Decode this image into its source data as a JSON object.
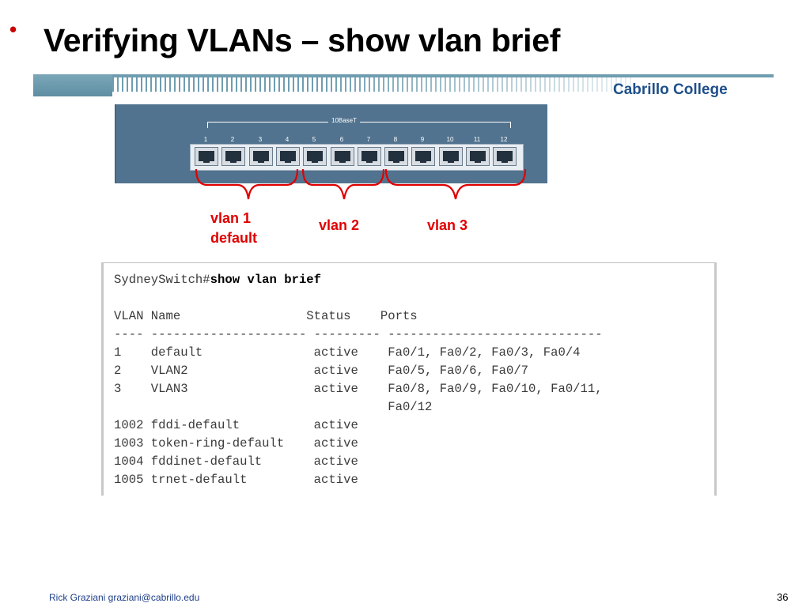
{
  "slide": {
    "bullet": "•",
    "title": "Verifying VLANs – show vlan brief",
    "brand": "Cabrillo College",
    "footer_author": "Rick Graziani  graziani@cabrillo.edu",
    "page_number": "36"
  },
  "switch_panel": {
    "label": "10BaseT",
    "ports": [
      "1",
      "2",
      "3",
      "4",
      "5",
      "6",
      "7",
      "8",
      "9",
      "10",
      "11",
      "12"
    ]
  },
  "vlan_groups": [
    {
      "line1": "vlan 1",
      "line2": "default"
    },
    {
      "line1": "vlan 2"
    },
    {
      "line1": "vlan 3"
    }
  ],
  "colors": {
    "accent_red": "#e00000",
    "brand_blue": "#1f4f8a",
    "panel_blue": "#51738f"
  },
  "terminal": {
    "prompt": "SydneySwitch#",
    "command": "show vlan brief",
    "header": "VLAN Name                 Status    Ports",
    "rule": "---- --------------------- --------- -----------------------------",
    "rows": [
      "1    default               active    Fa0/1, Fa0/2, Fa0/3, Fa0/4",
      "2    VLAN2                 active    Fa0/5, Fa0/6, Fa0/7",
      "3    VLAN3                 active    Fa0/8, Fa0/9, Fa0/10, Fa0/11,",
      "                                     Fa0/12",
      "1002 fddi-default          active",
      "1003 token-ring-default    active",
      "1004 fddinet-default       active",
      "1005 trnet-default         active"
    ]
  }
}
